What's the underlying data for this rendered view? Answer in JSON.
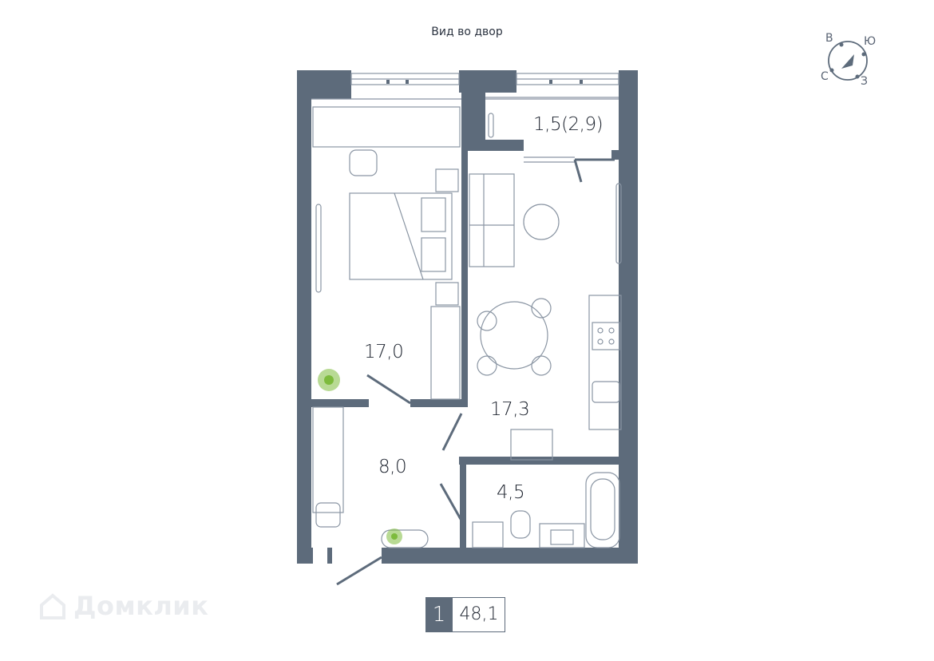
{
  "header": {
    "view_label": "Вид во двор"
  },
  "rooms": {
    "bedroom": "17,0",
    "kitchen_living": "17,3",
    "hall": "8,0",
    "bathroom": "4,5",
    "balcony": "1,5(2,9)"
  },
  "compass": {
    "label_v": "В",
    "label_yu": "Ю",
    "label_s": "С",
    "label_z": "З"
  },
  "summary": {
    "rooms": "1",
    "total_area": "48,1"
  },
  "watermark": {
    "text": "Домклик"
  },
  "colors": {
    "wall": "#5d6b7b",
    "line": "#8a95a3",
    "plant": "#7dbb3c",
    "background": "#ffffff"
  }
}
